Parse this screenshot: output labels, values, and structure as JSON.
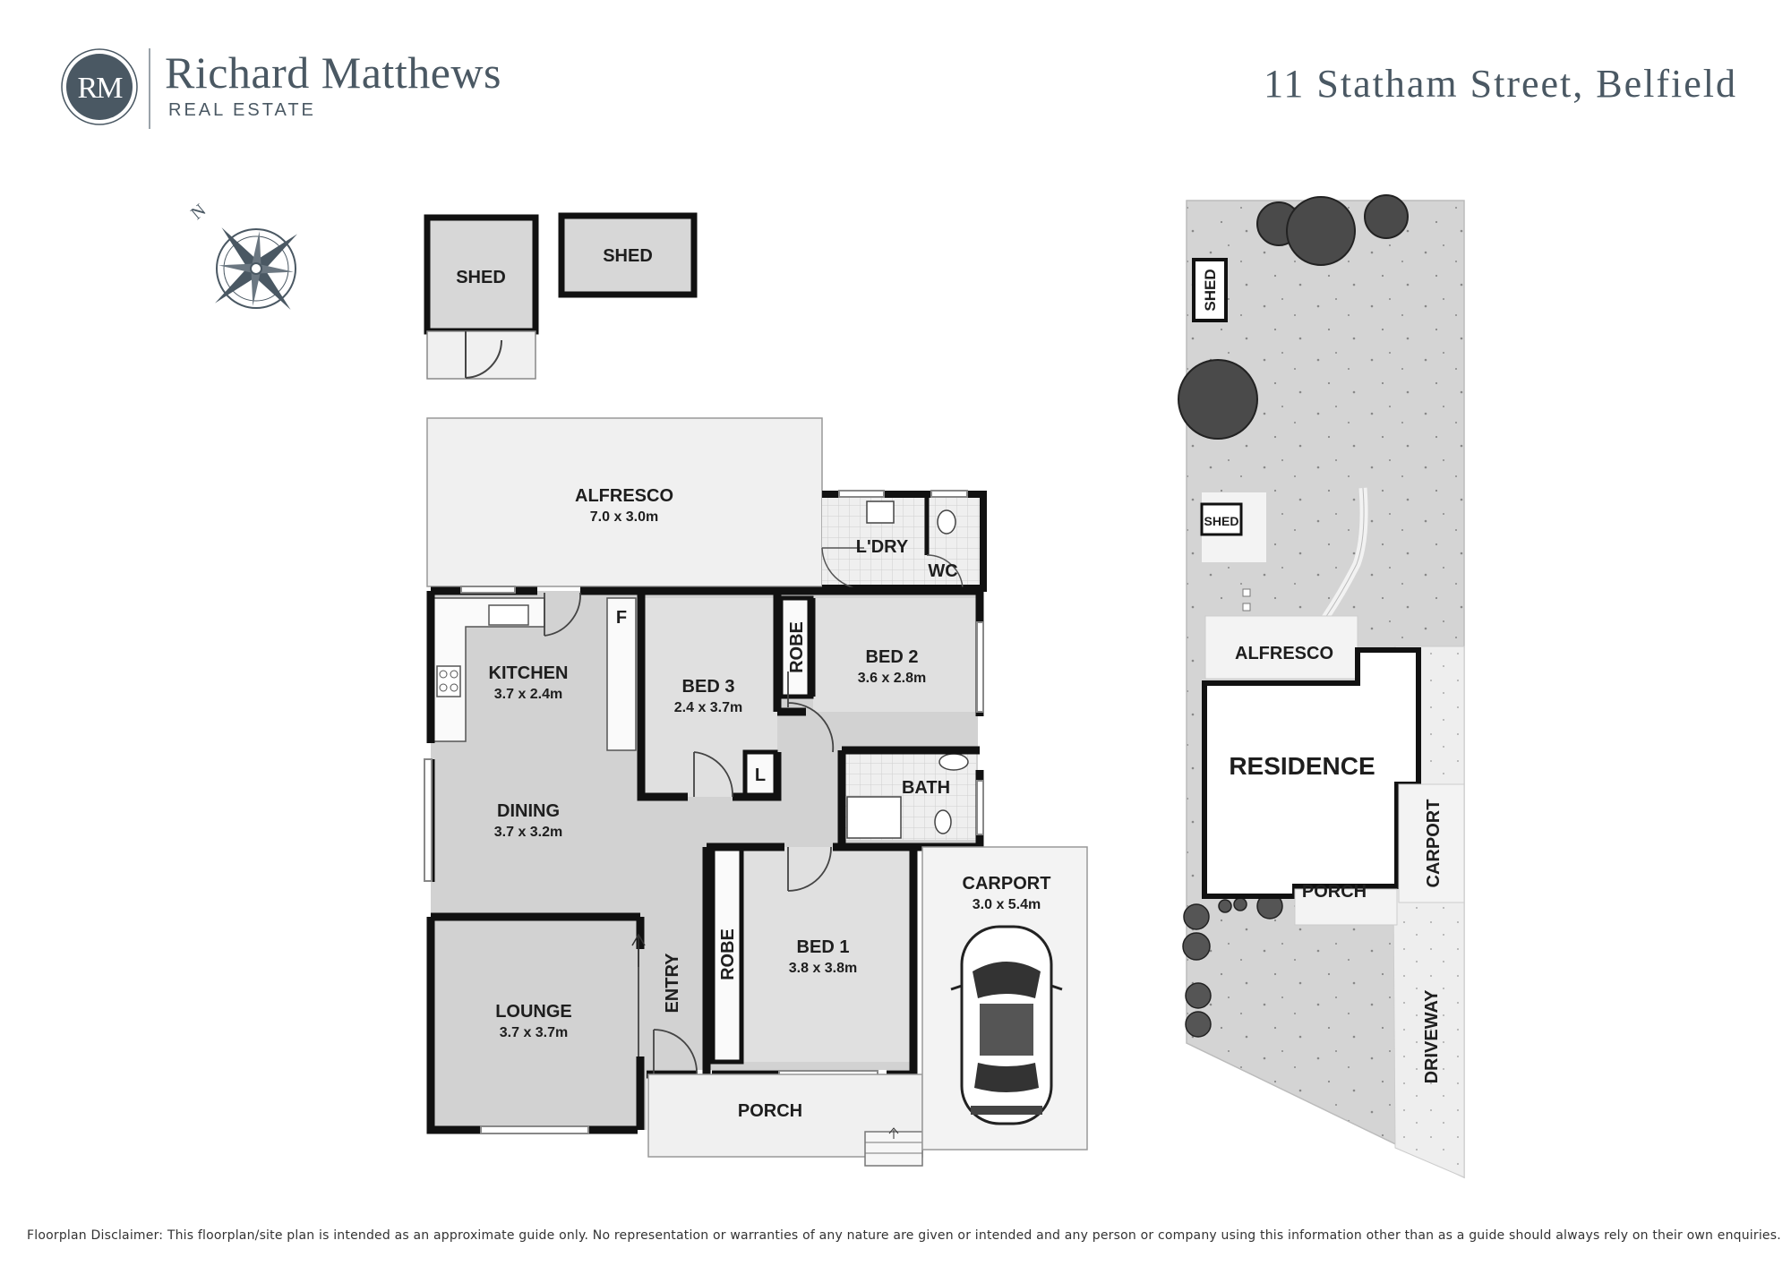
{
  "brand": {
    "monogram": "RM",
    "name": "Richard Matthews",
    "subtitle": "REAL ESTATE"
  },
  "address": "11 Statham Street, Belfield",
  "compass": {
    "north_label": "N"
  },
  "floorplan": {
    "rooms": {
      "shed_1": {
        "name": "SHED"
      },
      "shed_2": {
        "name": "SHED"
      },
      "alfresco": {
        "name": "ALFRESCO",
        "size": "7.0 x 3.0m"
      },
      "laundry": {
        "name": "L'DRY"
      },
      "wc": {
        "name": "WC"
      },
      "kitchen": {
        "name": "KITCHEN",
        "size": "3.7 x 2.4m"
      },
      "fridge": {
        "name": "F"
      },
      "bed3": {
        "name": "BED 3",
        "size": "2.4 x 3.7m"
      },
      "robe_bed2": {
        "name": "ROBE"
      },
      "bed2": {
        "name": "BED 2",
        "size": "3.6 x 2.8m"
      },
      "linen": {
        "name": "L"
      },
      "bath": {
        "name": "BATH"
      },
      "dining": {
        "name": "DINING",
        "size": "3.7 x 3.2m"
      },
      "carport": {
        "name": "CARPORT",
        "size": "3.0 x 5.4m"
      },
      "robe_bed1": {
        "name": "ROBE"
      },
      "bed1": {
        "name": "BED 1",
        "size": "3.8 x 3.8m"
      },
      "entry": {
        "name": "ENTRY"
      },
      "lounge": {
        "name": "LOUNGE",
        "size": "3.7 x 3.7m"
      },
      "porch": {
        "name": "PORCH"
      }
    }
  },
  "siteplan": {
    "labels": {
      "shed_top": "SHED",
      "shed_mid": "SHED",
      "alfresco": "ALFRESCO",
      "residence": "RESIDENCE",
      "porch": "PORCH",
      "carport": "CARPORT",
      "driveway": "DRIVEWAY"
    }
  },
  "disclaimer": "Floorplan Disclaimer: This floorplan/site plan is intended as an approximate guide only. No representation or warranties of any nature are given or intended and any person or company using this information other than as a guide should always rely on their own enquiries."
}
